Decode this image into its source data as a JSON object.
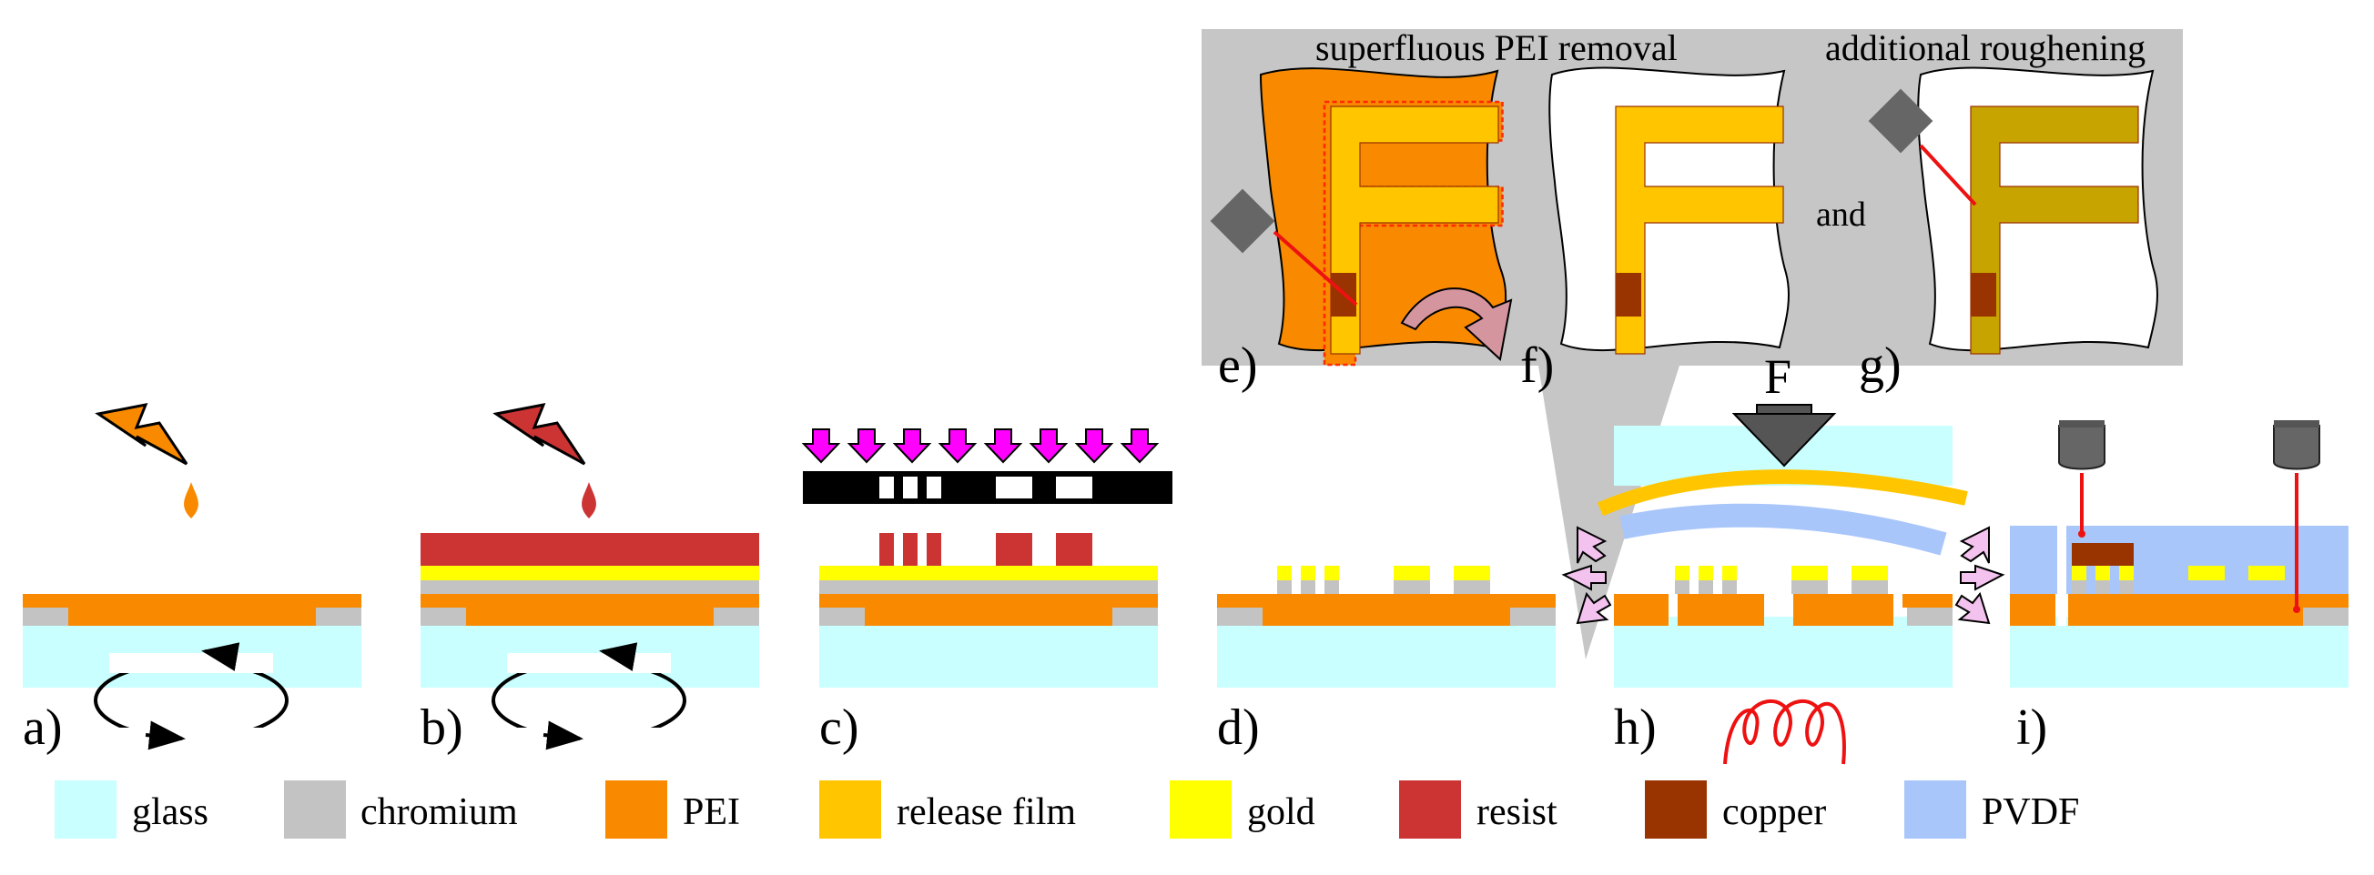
{
  "colors": {
    "glass": "#c9ffff",
    "chromium": "#c3c3c3",
    "pei": "#f98a00",
    "release_film": "#ffc600",
    "gold": "#ffff00",
    "resist": "#cc3333",
    "copper": "#993300",
    "pvdf": "#a9c6fb",
    "callout": "#c6c6c6",
    "uv_arrow": "#ff00ff",
    "press": "#555555",
    "blade": "#666666",
    "squeeze_arrow": "#f3c2ee",
    "heater": "#ee1111",
    "curve_arrow": "#d4959f"
  },
  "steps": {
    "a": "a)",
    "b": "b)",
    "c": "c)",
    "d": "d)",
    "e": "e)",
    "f": "f)",
    "g": "g)",
    "h": "h)",
    "i": "i)"
  },
  "callout": {
    "title_left": "superfluous PEI removal",
    "title_right": "additional roughening",
    "and": "and"
  },
  "force_label": "F",
  "legend": [
    {
      "key": "glass",
      "label": "glass",
      "color": "#c9ffff"
    },
    {
      "key": "chromium",
      "label": "chromium",
      "color": "#c3c3c3"
    },
    {
      "key": "pei",
      "label": "PEI",
      "color": "#f98a00"
    },
    {
      "key": "release_film",
      "label": "release film",
      "color": "#ffc600"
    },
    {
      "key": "gold",
      "label": "gold",
      "color": "#ffff00"
    },
    {
      "key": "resist",
      "label": "resist",
      "color": "#cc3333"
    },
    {
      "key": "copper",
      "label": "copper",
      "color": "#993300"
    },
    {
      "key": "pvdf",
      "label": "PVDF",
      "color": "#a9c6fb"
    }
  ]
}
